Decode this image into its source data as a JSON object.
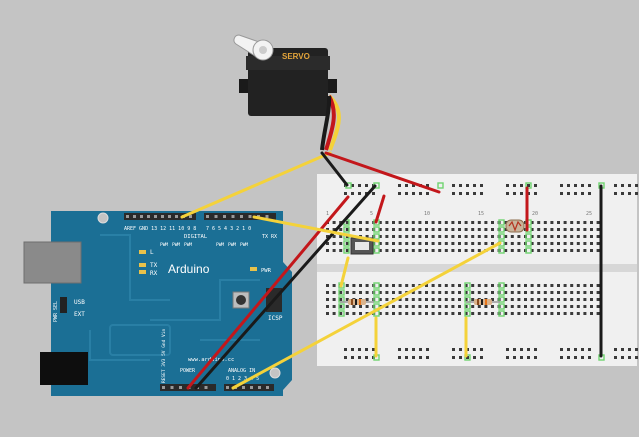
{
  "colors": {
    "background": "#c4c4c4",
    "arduino_board": "#1b6f95",
    "breadboard": "#f0f0f0",
    "servo_body": "#222222",
    "wire_red": "#c3171b",
    "wire_black": "#1a1a1a",
    "wire_yellow": "#f4d23a",
    "wire_orange": "#e87f1f",
    "pin_highlight": "#6fd46f"
  },
  "servo": {
    "label": "SERVO",
    "icon": "servo-motor-icon"
  },
  "arduino": {
    "logo": "Arduino",
    "header_top_left": "AREF GND 13 12 11 10 9 8",
    "digital_label": "DIGITAL",
    "header_top_right": "7 6 5 4 3 2 1 0",
    "tx_rx": "TX RX",
    "pwm_labels": [
      "PWM",
      "PWM",
      "PWM",
      "PWM",
      "PWM",
      "PWM"
    ],
    "led_l": "L",
    "led_tx": "TX",
    "led_rx": "RX",
    "pwr_led": "PWR",
    "usb_label": "USB",
    "ext_label": "EXT",
    "pwr_sel": "PWR SEL",
    "icsp": "ICSP",
    "website": "www.arduino.cc",
    "power_label": "POWER",
    "power_pins": "RESET 3V3 5V Gnd Vin",
    "analog_label": "ANALOG IN",
    "analog_pins": "0 1 2 3 4 5"
  },
  "breadboard": {
    "column_numbers": [
      "1",
      "5",
      "10",
      "15",
      "20",
      "25"
    ]
  },
  "components": [
    {
      "name": "pushbutton",
      "icon": "pushbutton-icon"
    },
    {
      "name": "photoresistor",
      "icon": "photoresistor-icon"
    },
    {
      "name": "resistor-1",
      "icon": "resistor-icon"
    },
    {
      "name": "resistor-2",
      "icon": "resistor-icon"
    }
  ]
}
